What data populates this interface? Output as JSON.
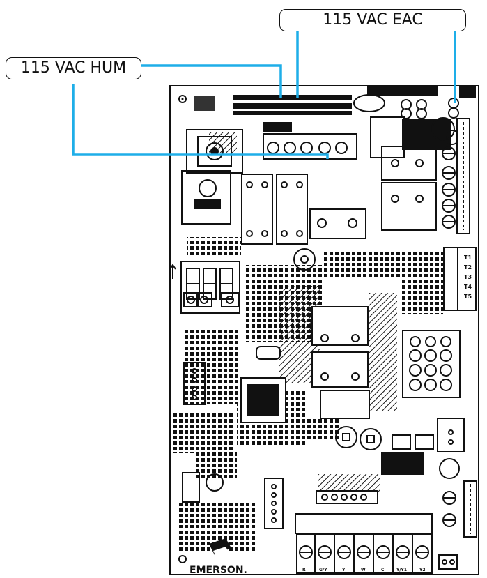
{
  "callouts": {
    "eac_label": "115 VAC EAC",
    "hum_label": "115 VAC HUM"
  },
  "board": {
    "brand": "EMERSON.",
    "side_terminals": [
      "T1",
      "T2",
      "T3",
      "T4",
      "T5"
    ],
    "bottom_terminals": [
      "R",
      "G/Y",
      "Y",
      "W",
      "C",
      "Y/Y1",
      "Y2"
    ],
    "colors": {
      "leader": "#1eaee8",
      "ink": "#111111",
      "board": "#ffffff"
    }
  }
}
